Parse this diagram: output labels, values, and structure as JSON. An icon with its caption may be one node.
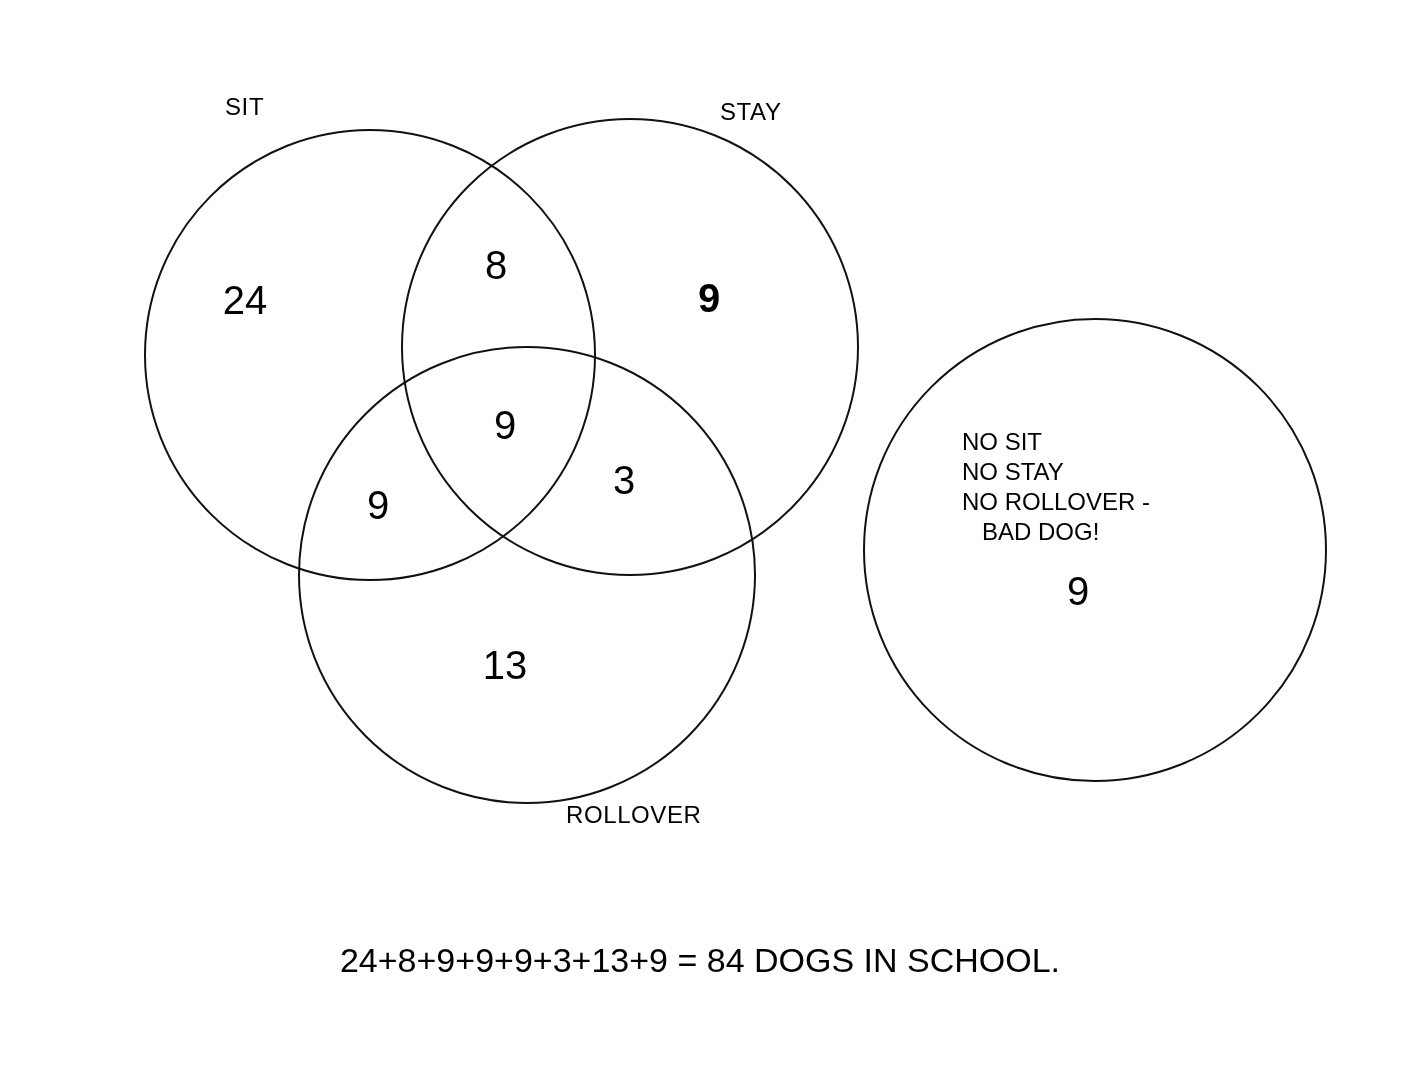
{
  "diagram": {
    "nodes": [
      {
        "text": [
          "SIT"
        ]
      },
      {
        "text": [
          "STAY"
        ]
      },
      {
        "text": [
          "ROLLOVER"
        ]
      },
      {
        "text": [
          "NO SIT",
          "NO STAY",
          "NO ROLLOVER -",
          "BAD DOG!",
          "9"
        ]
      }
    ],
    "labels": [
      "24",
      "8",
      "9",
      "9",
      "9",
      "3",
      "13",
      "24+8+9+9+9+3+13+9 = 84 DOGS IN SCHOOL."
    ]
  }
}
